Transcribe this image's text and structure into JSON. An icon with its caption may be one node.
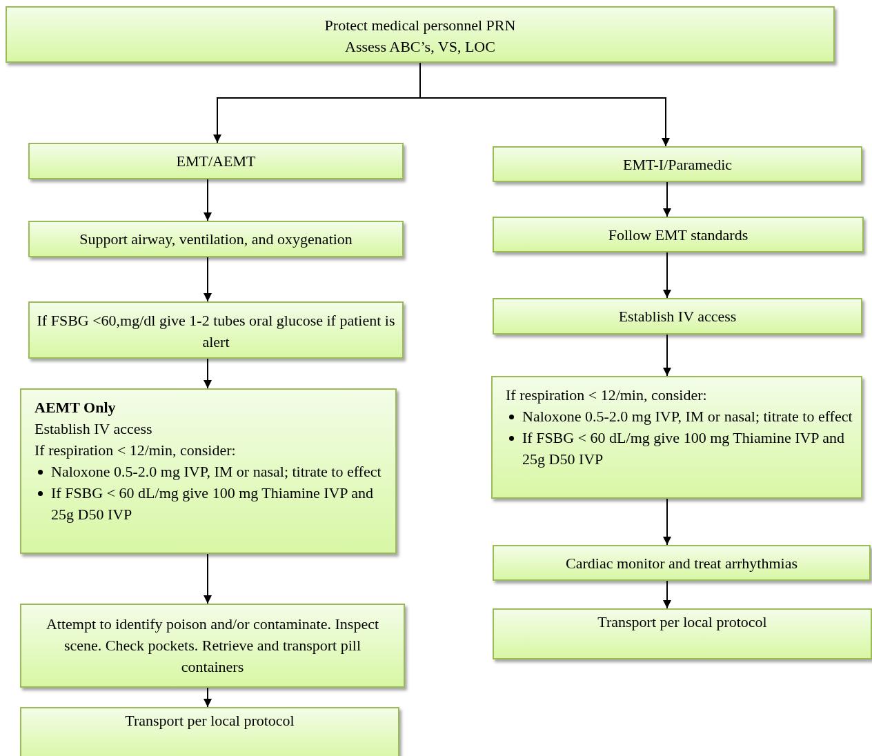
{
  "diagram": {
    "nodes": [
      {
        "text": [
          "Protect medical personnel PRN",
          "Assess ABC’s, VS, LOC"
        ]
      },
      {
        "text": [
          "EMT/AEMT"
        ]
      },
      {
        "text": [
          "Support airway, ventilation, and oxygenation"
        ]
      },
      {
        "text": [
          "If FSBG <60,mg/dl give 1-2 tubes oral glucose if patient is alert"
        ]
      },
      {
        "text": [
          "AEMT Only",
          "Establish IV access",
          "If respiration < 12/min, consider:",
          "Naloxone 0.5-2.0 mg IVP, IM or nasal; titrate to effect",
          "If FSBG < 60 dL/mg give 100 mg Thiamine IVP and 25g D50 IVP"
        ]
      },
      {
        "text": [
          "Attempt to identify poison and/or contaminate. Inspect scene. Check pockets. Retrieve and transport pill containers"
        ]
      },
      {
        "text": [
          "Transport per local protocol"
        ]
      },
      {
        "text": [
          "EMT-I/Paramedic"
        ]
      },
      {
        "text": [
          "Follow EMT standards"
        ]
      },
      {
        "text": [
          "Establish IV access"
        ]
      },
      {
        "text": [
          "If respiration < 12/min, consider:",
          "Naloxone 0.5-2.0 mg IVP, IM or nasal; titrate to effect",
          "If FSBG < 60 dL/mg give 100 mg Thiamine IVP and 25g D50 IVP"
        ]
      },
      {
        "text": [
          "Cardiac monitor and treat arrhythmias"
        ]
      },
      {
        "text": [
          "Transport per local protocol"
        ]
      }
    ],
    "edges": [
      {
        "from": 0,
        "to": 1,
        "arrow": "to"
      },
      {
        "from": 0,
        "to": 7,
        "arrow": "to"
      },
      {
        "from": 1,
        "to": 2,
        "arrow": "to"
      },
      {
        "from": 2,
        "to": 3,
        "arrow": "to"
      },
      {
        "from": 3,
        "to": 4,
        "arrow": "to"
      },
      {
        "from": 4,
        "to": 5,
        "arrow": "to"
      },
      {
        "from": 5,
        "to": 6,
        "arrow": "to"
      },
      {
        "from": 7,
        "to": 8,
        "arrow": "to"
      },
      {
        "from": 8,
        "to": 9,
        "arrow": "to"
      },
      {
        "from": 9,
        "to": 10,
        "arrow": "to"
      },
      {
        "from": 10,
        "to": 11,
        "arrow": "to"
      },
      {
        "from": 11,
        "to": 12,
        "arrow": "to"
      }
    ]
  }
}
